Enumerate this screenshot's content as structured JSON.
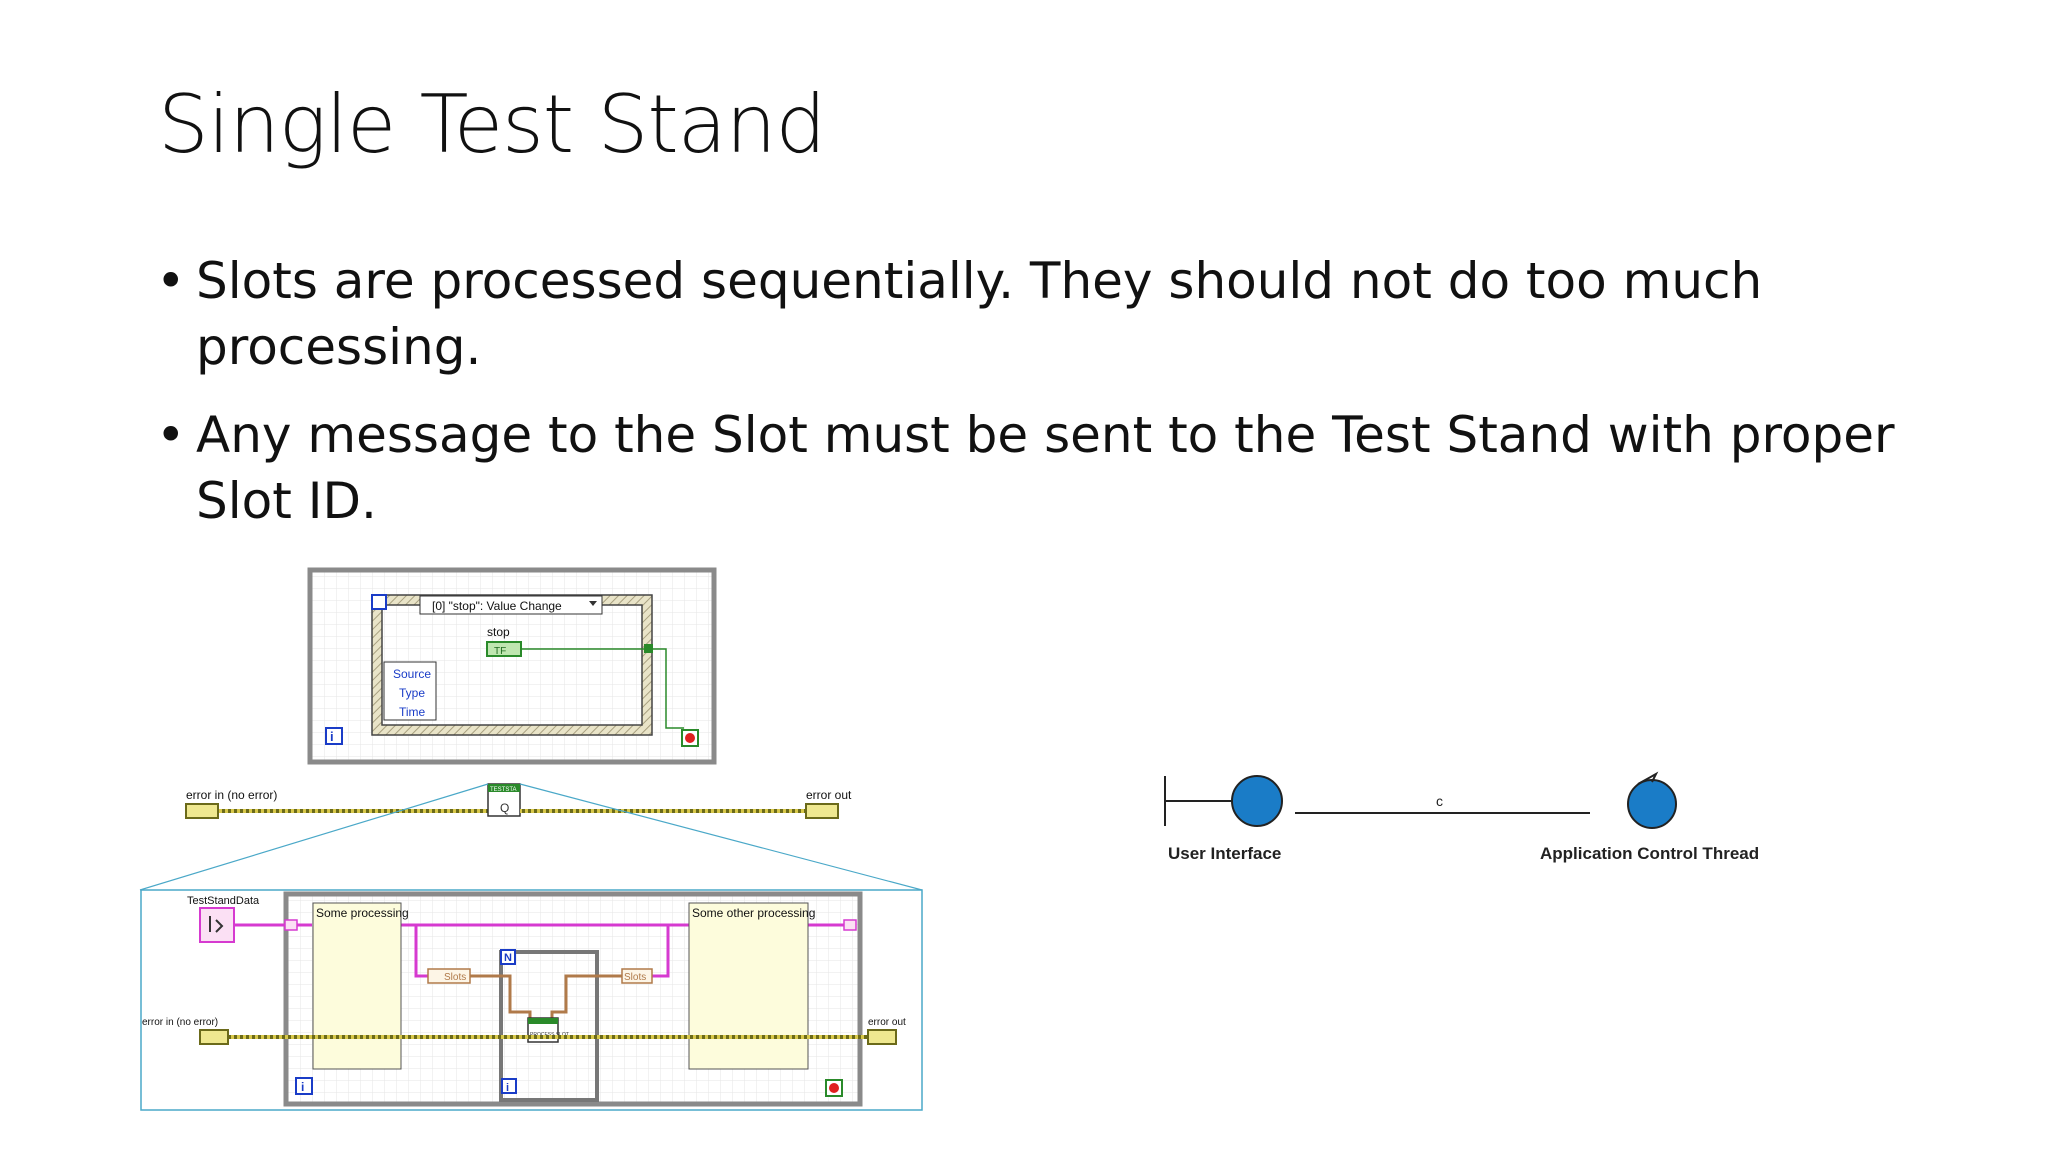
{
  "slide": {
    "title": "Single Test Stand",
    "bullets": [
      {
        "marker": "•",
        "text": "Slots are processed sequentially. They should not do too much processing."
      },
      {
        "marker": "•",
        "text": "Any message to the Slot must be sent to the Test Stand with proper Slot ID."
      }
    ]
  },
  "event_loop": {
    "case_selector": "[0] \"stop\": Value Change",
    "stop_label": "stop",
    "stop_value": "TF",
    "event_fields": [
      "Source",
      "Type",
      "Time"
    ],
    "iteration_glyph": "i"
  },
  "error_wire": {
    "error_in_label": "error in (no error)",
    "error_out_label": "error out",
    "subvi_header": "TESTSTA",
    "subvi_glyph": "Q"
  },
  "detail": {
    "teststand_label": "TestStandData",
    "some_processing": "Some processing",
    "some_other_processing": "Some other processing",
    "slots_in": "Slots",
    "slots_out": "Slots",
    "for_loop_glyph": "N",
    "process_slot": "PROCESS SLOT",
    "error_in_label": "error in (no error)",
    "error_out_label": "error out",
    "iteration_glyph": "i"
  },
  "actor_diagram": {
    "ui_label": "User Interface",
    "act_label": "Application Control Thread",
    "link_label": "c",
    "node_color": "#1a7cc7"
  }
}
